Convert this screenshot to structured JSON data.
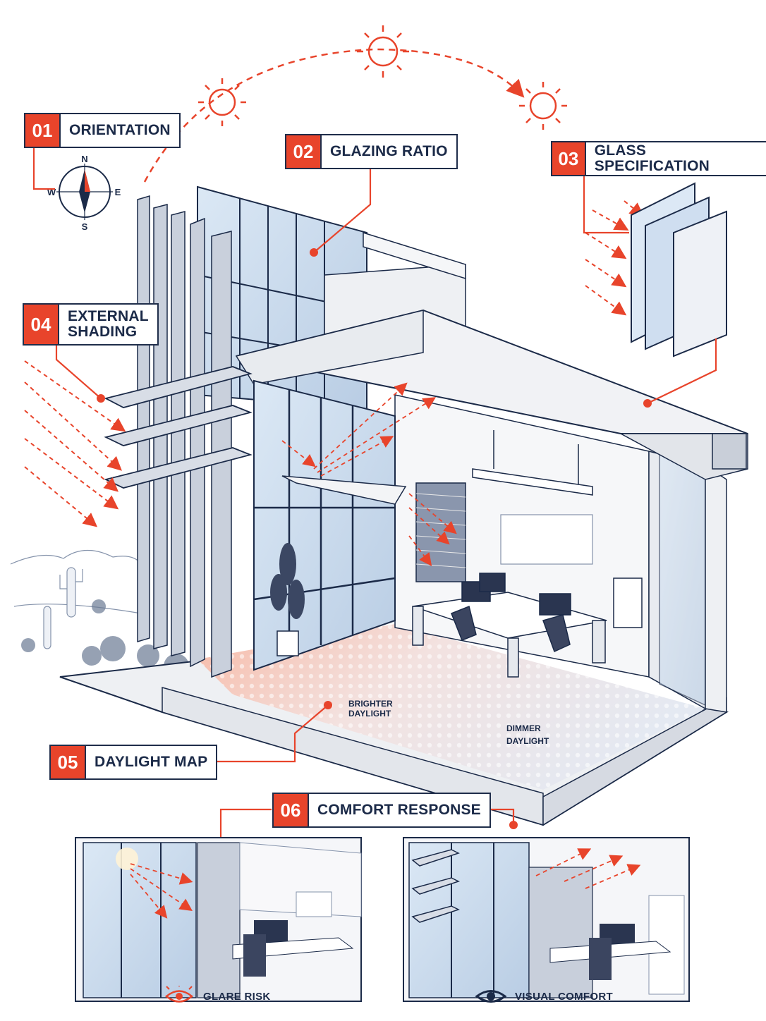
{
  "callouts": [
    {
      "num": "01",
      "label": "ORIENTATION"
    },
    {
      "num": "02",
      "label": "GLAZING RATIO"
    },
    {
      "num": "03",
      "label": "GLASS SPECIFICATION"
    },
    {
      "num": "04",
      "label": "EXTERNAL\nSHADING"
    },
    {
      "num": "05",
      "label": "DAYLIGHT MAP"
    },
    {
      "num": "06",
      "label": "COMFORT RESPONSE"
    }
  ],
  "compass": {
    "n": "N",
    "s": "S",
    "e": "E",
    "w": "W"
  },
  "daylight": {
    "bright": "BRIGHTER\nDAYLIGHT",
    "dim": "DIMMER\nDAYLIGHT"
  },
  "panels": {
    "left_caption": "GLARE RISK",
    "right_caption": "VISUAL COMFORT"
  },
  "icons": {
    "sun": "sun-icon",
    "compass": "compass-icon",
    "glare": "glare-eye-icon",
    "comfort": "eye-icon"
  },
  "colors": {
    "accent": "#e8442b",
    "ink": "#1b2a48",
    "glass": "#cfe0f2",
    "concrete": "#eef0f3"
  }
}
